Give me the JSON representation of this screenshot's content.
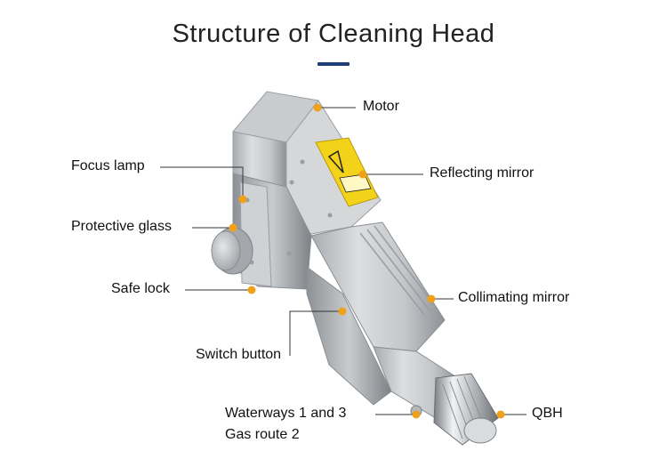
{
  "title": "Structure of Cleaning Head",
  "accent_color": "#1f3f7a",
  "marker_color": "#f0a019",
  "labels": {
    "motor": "Motor",
    "reflecting_mirror": "Reflecting mirror",
    "focus_lamp": "Focus lamp",
    "protective_glass": "Protective glass",
    "safe_lock": "Safe lock",
    "collimating_mirror": "Collimating mirror",
    "switch_button": "Switch button",
    "waterways": "Waterways 1 and 3",
    "gas_route": "Gas route 2",
    "qbh": "QBH"
  }
}
